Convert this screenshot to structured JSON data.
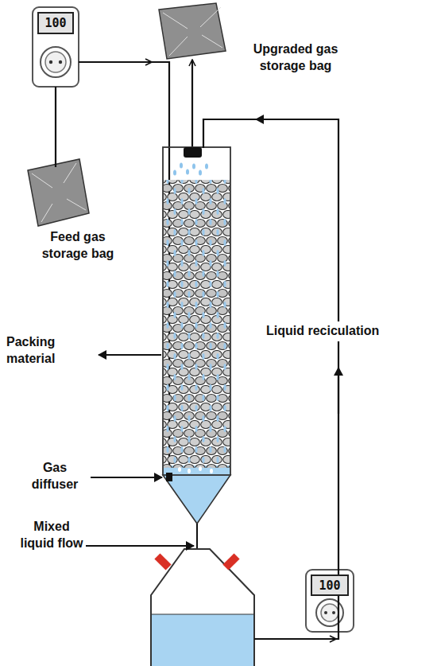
{
  "diagram": {
    "nodes": [
      {
        "text": [
          "100"
        ]
      },
      {
        "text": [
          "100"
        ]
      }
    ],
    "labels": [
      "Upgraded gas storage bag",
      "Feed gas storage bag",
      "Packing material",
      "Liquid reciculation",
      "Gas diffuser",
      "Mixed liquid flow"
    ]
  }
}
